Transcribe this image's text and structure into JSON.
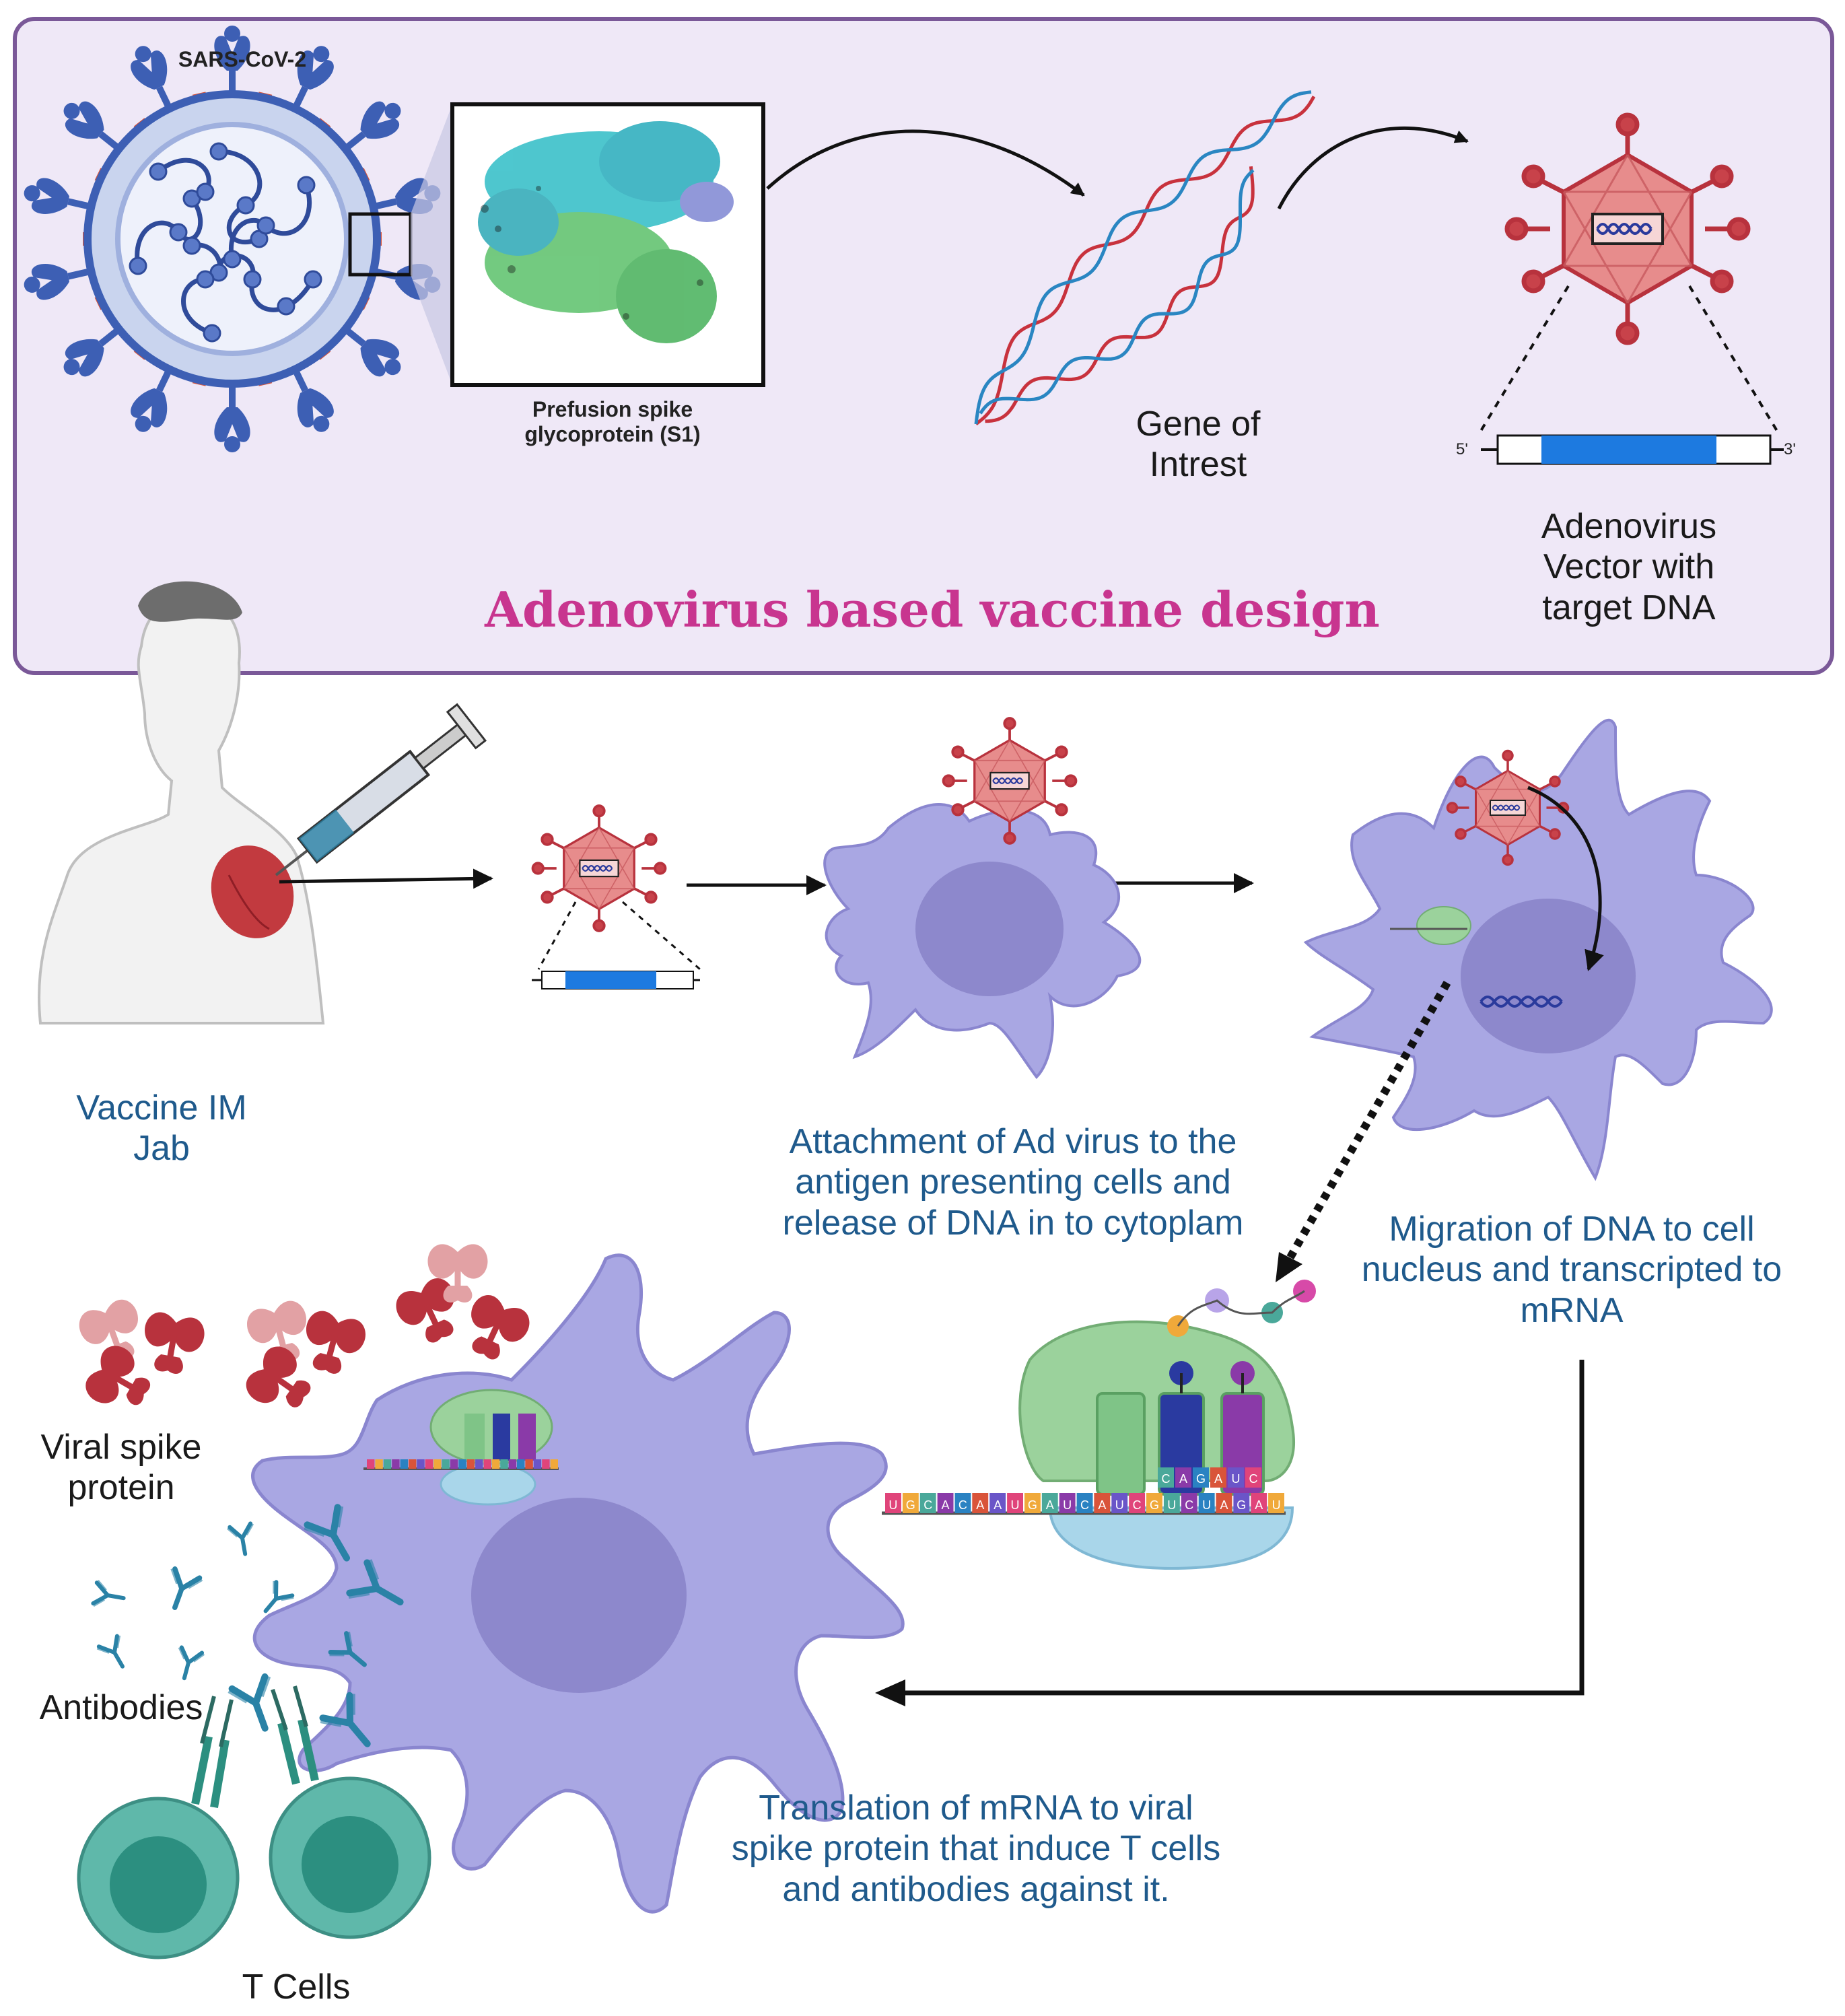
{
  "panel": {
    "title": "Adenovirus based vaccine design",
    "sars_label": "SARS-CoV-2",
    "spike_label": "Prefusion spike\nglycoprotein (S1)",
    "gene_label": "Gene of\nIntrest",
    "vector_label": "Adenovirus\nVector with\ntarget DNA",
    "five_prime": "5'",
    "three_prime": "3'"
  },
  "steps": {
    "jab": "Vaccine IM\nJab",
    "attachment": "Attachment of Ad virus to the\nantigen presenting cells and\nrelease of DNA in to cytoplam",
    "migration": "Migration of DNA to cell\nnucleus and transcripted to\nmRNA",
    "translation": "Translation of  mRNA to viral\nspike protein that induce T cells\nand antibodies against it."
  },
  "labels": {
    "spike": "Viral spike\nprotein",
    "antibodies": "Antibodies",
    "tcells": "T Cells"
  },
  "mrna_sequence": "UGCACAAUGAUCAUCGUCUAGAU",
  "trna_codons": "CAGAUC",
  "colors": {
    "panel_bg": "#efe8f7",
    "panel_border": "#7a5898",
    "title": "#c8358f",
    "step_text": "#1f5a8c",
    "cell": "#a9a7e3",
    "nucleus": "#8d88cc",
    "virus": "#e78c8c",
    "virus_dark": "#b8323d",
    "dna_red": "#c8323d",
    "dna_blue": "#2a86c2",
    "antibody": "#2a82a6",
    "tcell": "#5fb8aa",
    "ribosome_green": "#9bd29c",
    "ribosome_blue": "#a9d6ea"
  }
}
